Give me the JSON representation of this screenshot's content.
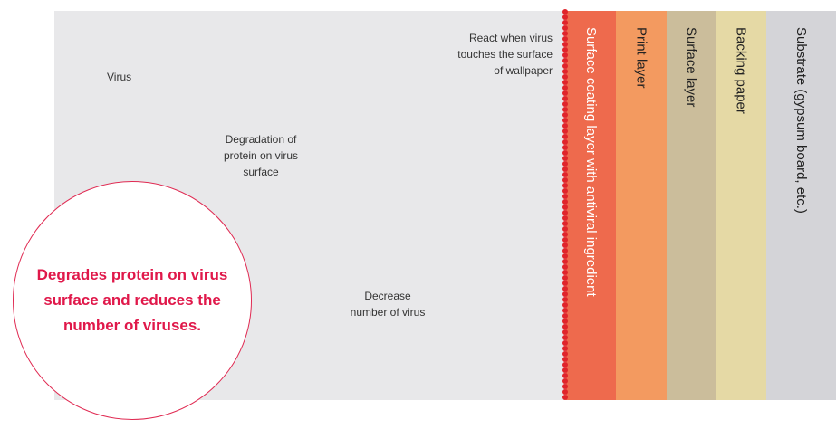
{
  "labels": {
    "virus": "Virus",
    "react": "React when virus\ntouches the surface\nof wallpaper",
    "degradation": "Degradation of\nprotein on virus\nsurface",
    "decrease": "Decrease\nnumber of virus"
  },
  "callout": {
    "text": "Degrades protein on virus surface and reduces the number of viruses."
  },
  "layers": [
    {
      "label": "Surface coating layer with antiviral ingredient",
      "color": "#ee6a4d",
      "text_color": "#ffffff"
    },
    {
      "label": "Print layer",
      "color": "#f39a60",
      "text_color": "#222222"
    },
    {
      "label": "Surface layer",
      "color": "#cbbd9b",
      "text_color": "#222222"
    },
    {
      "label": "Backing paper",
      "color": "#e5d9a5",
      "text_color": "#222222"
    },
    {
      "label": "Substrate (gypsum board, etc.)",
      "color": "#d4d4d8",
      "text_color": "#222222"
    }
  ],
  "colors": {
    "virus_blue": "#6f74c4",
    "virus_fading": "#bfc0cf",
    "virus_gray": "#dadada",
    "arrow": "#e9663e",
    "callout_text": "#e0184a",
    "dots": "#e0242a"
  }
}
